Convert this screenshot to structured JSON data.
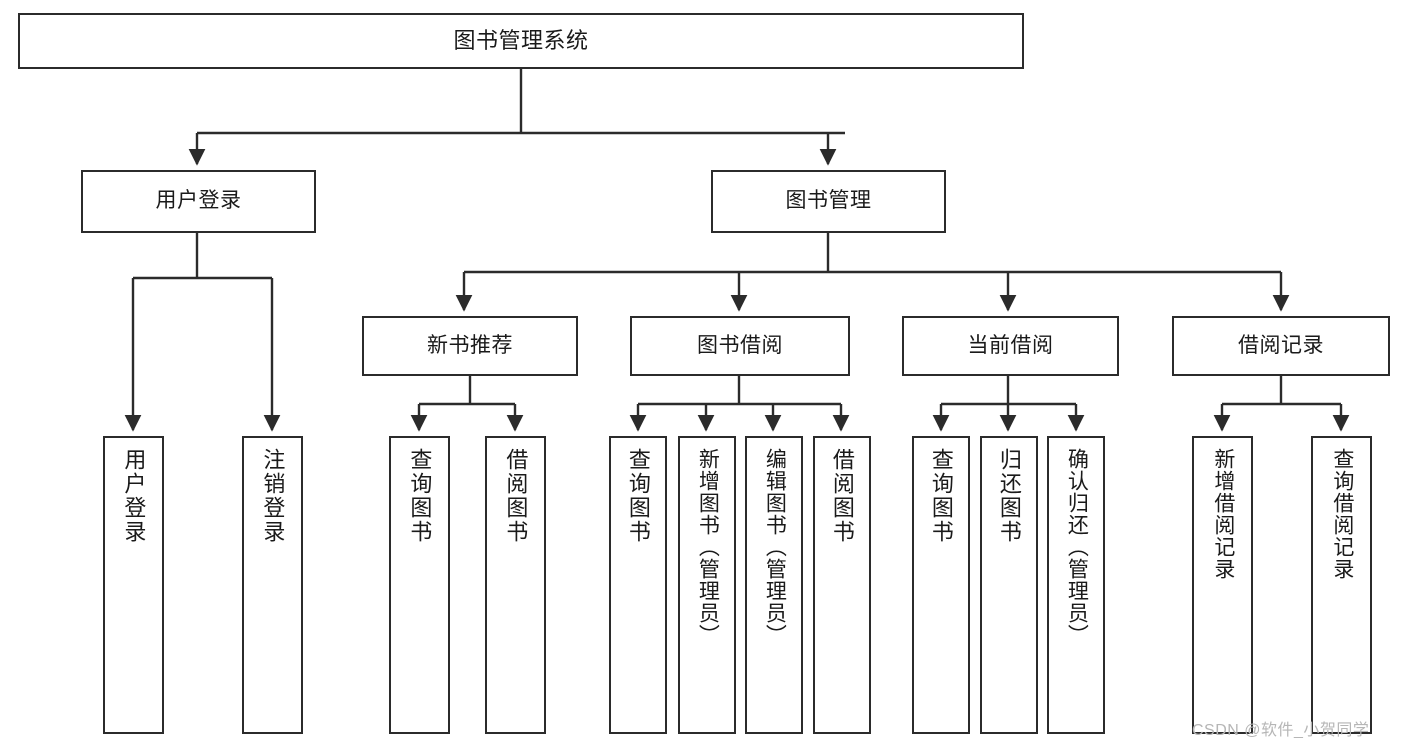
{
  "diagram": {
    "title": "图书管理系统",
    "type": "tree-hierarchy-chart",
    "colors": {
      "box_border": "#2b2b2b",
      "box_fill": "#ffffff",
      "edge": "#2b2b2b",
      "text": "#1a1a1a",
      "watermark": "#b6b6b6",
      "background": "#ffffff"
    }
  },
  "nodes": {
    "root": {
      "label": "图书管理系统"
    },
    "level1": [
      {
        "label": "用户登录"
      },
      {
        "label": "图书管理"
      }
    ],
    "level2": [
      {
        "label": "新书推荐"
      },
      {
        "label": "图书借阅"
      },
      {
        "label": "当前借阅"
      },
      {
        "label": "借阅记录"
      }
    ],
    "leaves_user_login": [
      {
        "label": "用户登录"
      },
      {
        "label": "注销登录"
      }
    ],
    "leaves_new_book": [
      {
        "label": "查询图书"
      },
      {
        "label": "借阅图书"
      }
    ],
    "leaves_borrow": [
      {
        "label": "查询图书"
      },
      {
        "label": "新增图书（管理员）"
      },
      {
        "label": "编辑图书（管理员）"
      },
      {
        "label": "借阅图书"
      }
    ],
    "leaves_current": [
      {
        "label": "查询图书"
      },
      {
        "label": "归还图书"
      },
      {
        "label": "确认归还（管理员）"
      }
    ],
    "leaves_record": [
      {
        "label": "新增借阅记录"
      },
      {
        "label": "查询借阅记录"
      }
    ]
  },
  "watermark": {
    "text": "CSDN @软件_小贺同学"
  }
}
